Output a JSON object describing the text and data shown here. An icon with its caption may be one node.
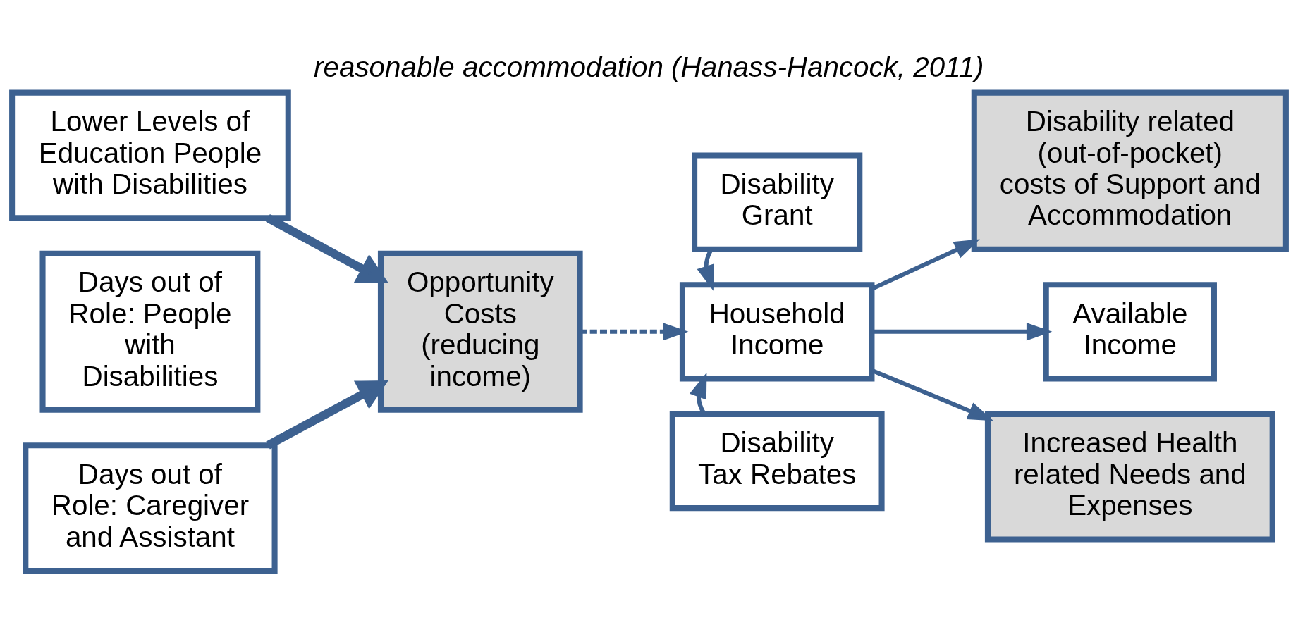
{
  "diagram": {
    "title": "reasonable accommodation (Hanass-Hancock, 2011)",
    "nodes": [
      {
        "text": [
          "Lower Levels of Education People with Disabilities"
        ]
      },
      {
        "text": [
          "Days out of Role: People with Disabilities"
        ]
      },
      {
        "text": [
          "Days out of Role: Caregiver and Assistant"
        ]
      },
      {
        "text": [
          "Opportunity Costs (reducing income)"
        ]
      },
      {
        "text": [
          "Disability Grant"
        ]
      },
      {
        "text": [
          "Household Income"
        ]
      },
      {
        "text": [
          "Disability Tax Rebates"
        ]
      },
      {
        "text": [
          "Disability related (out-of-pocket) costs of Support and Accommodation"
        ]
      },
      {
        "text": [
          "Available Income"
        ]
      },
      {
        "text": [
          "Increased Health related Needs and Expenses"
        ]
      }
    ],
    "edges": [
      {
        "from": 0,
        "to": 3,
        "arrow": "to",
        "style": "thick"
      },
      {
        "from": 2,
        "to": 3,
        "arrow": "to",
        "style": "thick"
      },
      {
        "from": 3,
        "to": 5,
        "arrow": "to",
        "style": "dashed"
      },
      {
        "from": 4,
        "to": 5,
        "arrow": "to"
      },
      {
        "from": 6,
        "to": 5,
        "arrow": "to"
      },
      {
        "from": 5,
        "to": 7,
        "arrow": "to"
      },
      {
        "from": 5,
        "to": 8,
        "arrow": "to"
      },
      {
        "from": 5,
        "to": 9,
        "arrow": "to"
      }
    ]
  }
}
